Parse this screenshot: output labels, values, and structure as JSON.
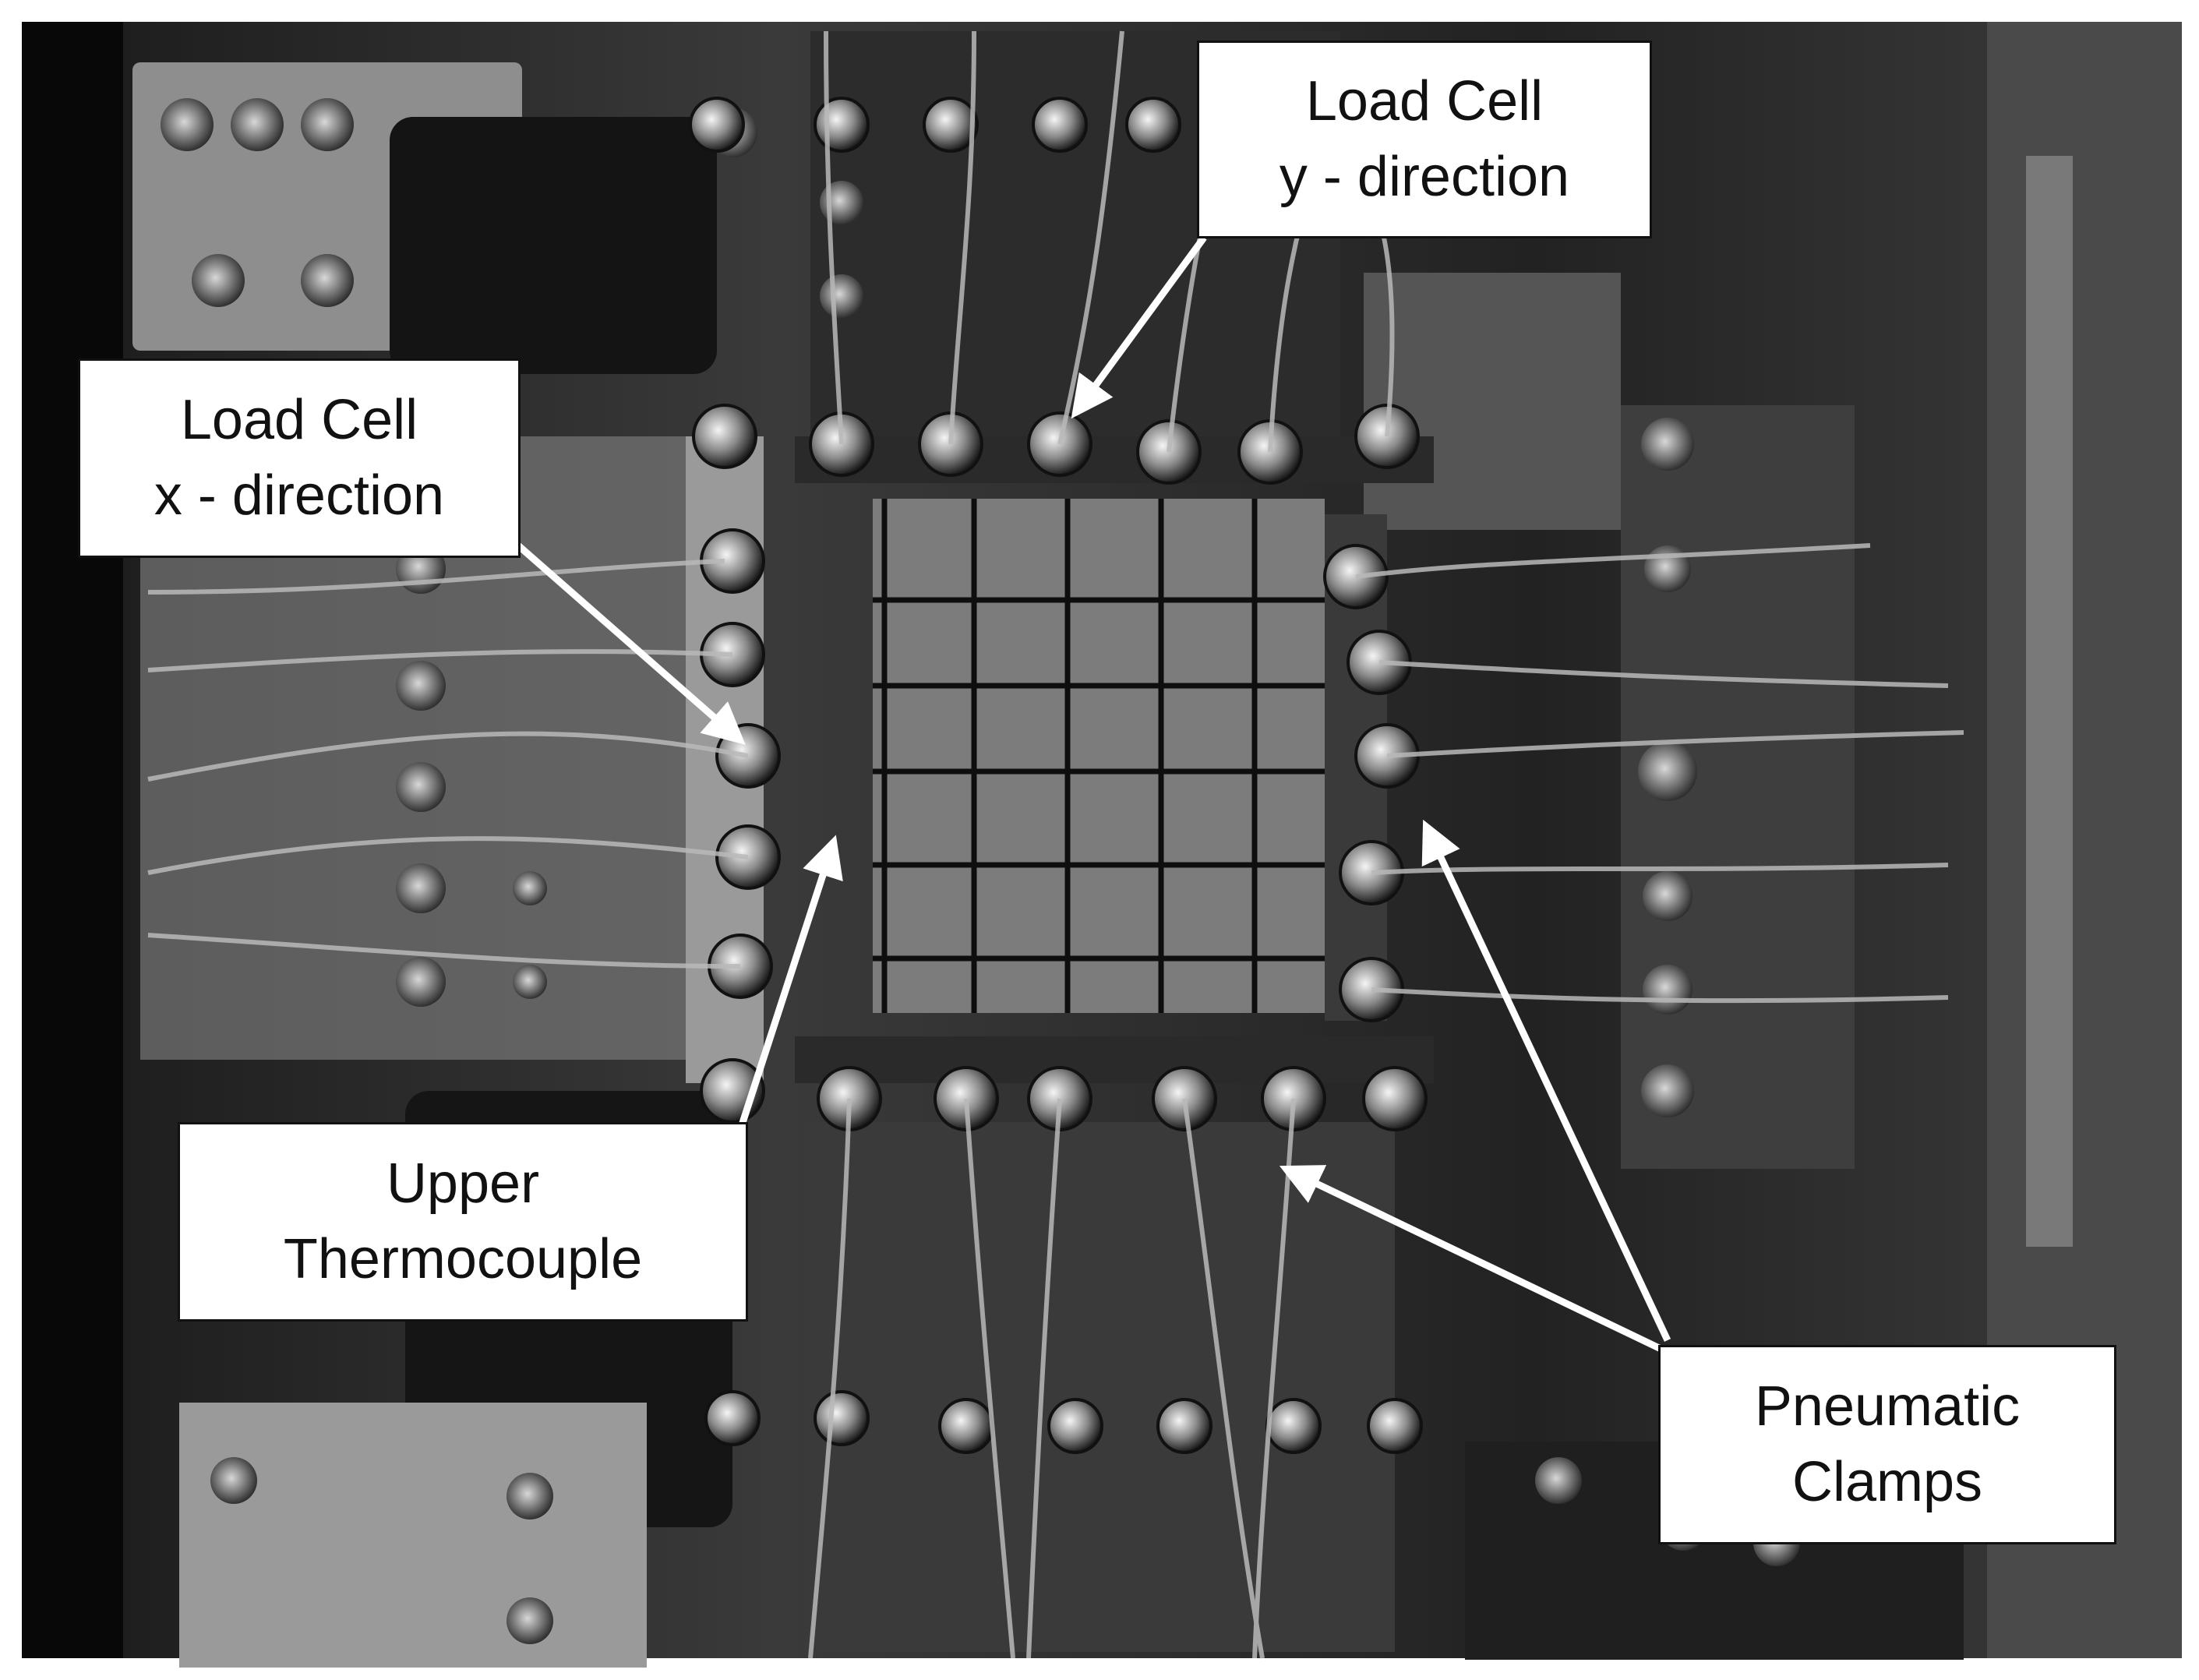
{
  "annotations": {
    "load_cell_y": {
      "line1": "Load Cell",
      "line2": "y - direction"
    },
    "load_cell_x": {
      "line1": "Load Cell",
      "line2": "x - direction"
    },
    "upper_thermocouple": {
      "line1": "Upper",
      "line2": "Thermocouple"
    },
    "pneumatic_clamps": {
      "line1": "Pneumatic",
      "line2": "Clamps"
    }
  },
  "colors": {
    "label_fill": "#ffffff",
    "arrow": "#ffffff",
    "label_text": "#111111"
  }
}
